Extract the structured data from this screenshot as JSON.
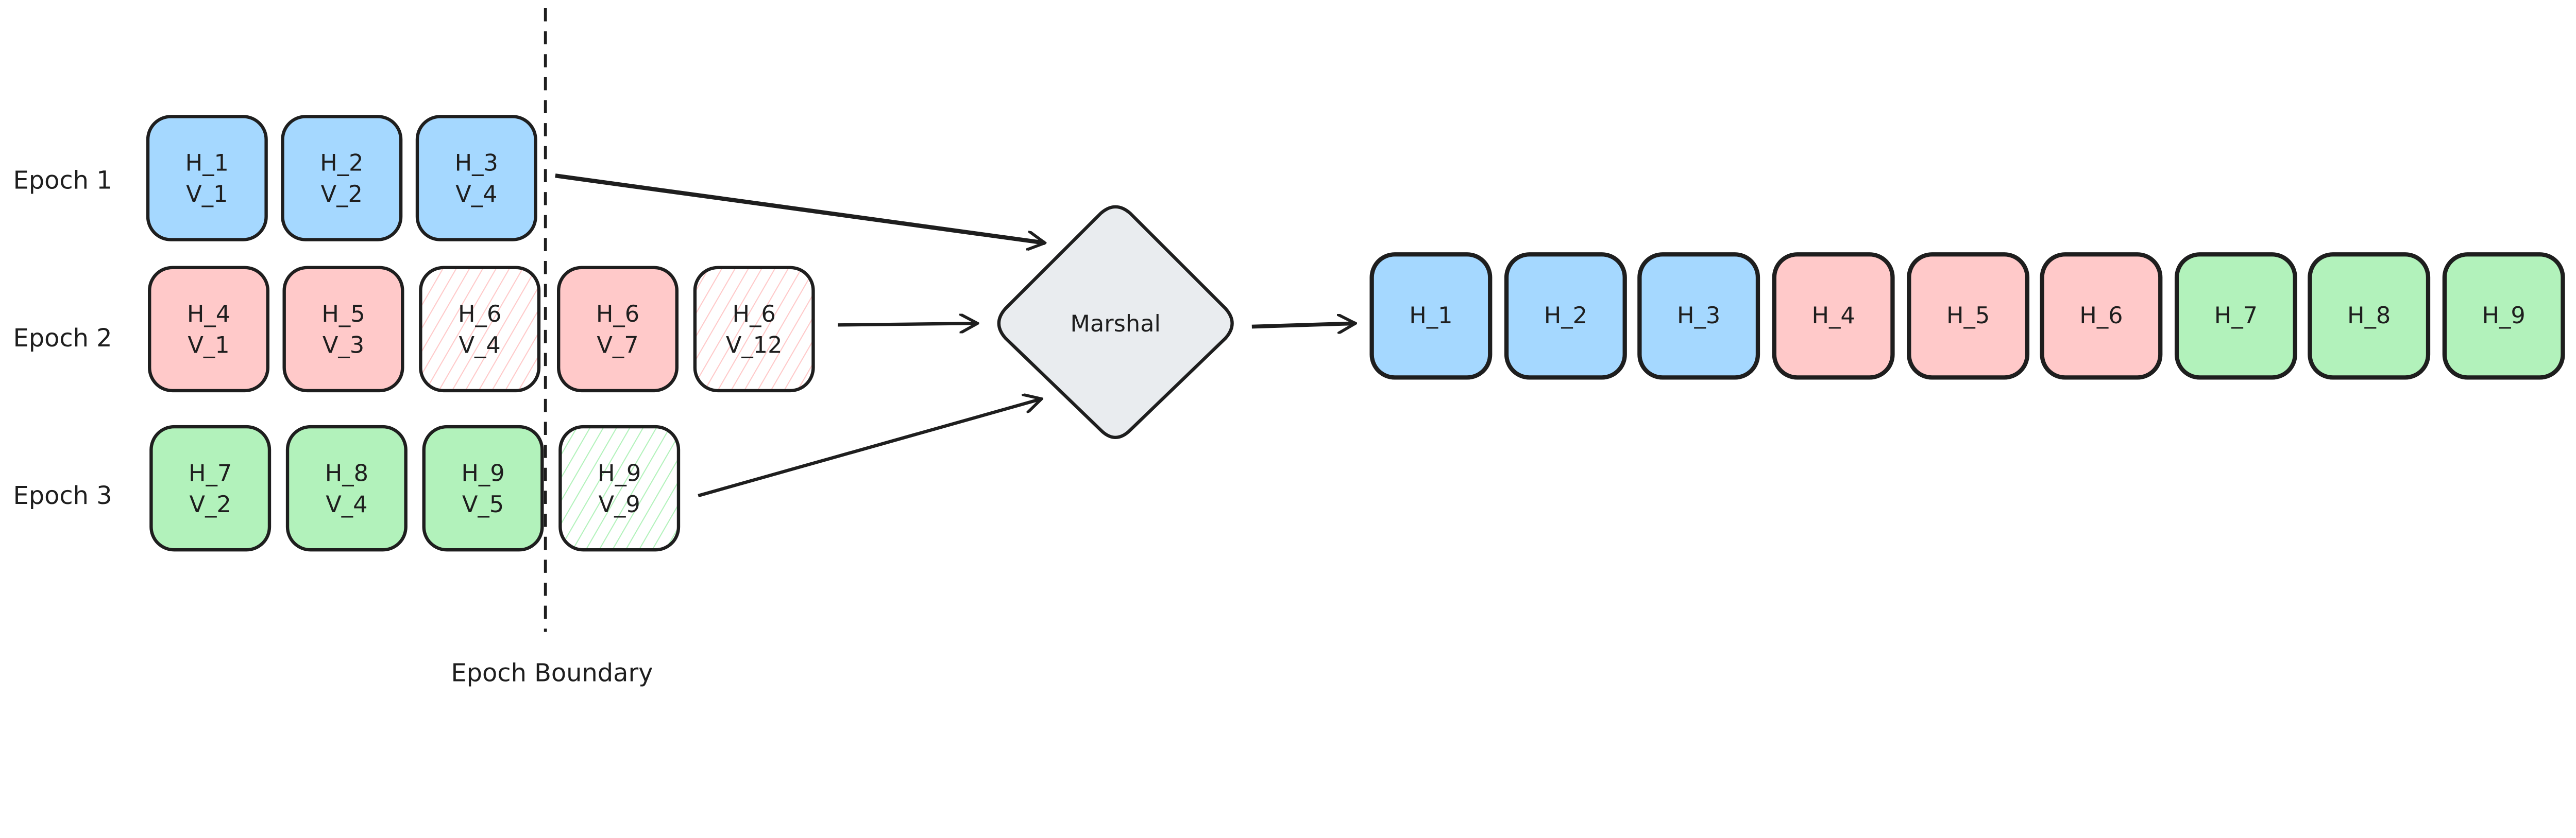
{
  "colors": {
    "stroke": "#1e1e1e",
    "blue": "#a5d8ff",
    "red": "#ffc9c9",
    "green": "#b2f2bb",
    "marshal": "#e9ecef",
    "background": "#ffffff"
  },
  "rows": [
    {
      "label": "Epoch 1",
      "cells": [
        {
          "h": "H_1",
          "v": "V_1",
          "color": "blue",
          "style": "solid"
        },
        {
          "h": "H_2",
          "v": "V_2",
          "color": "blue",
          "style": "solid"
        },
        {
          "h": "H_3",
          "v": "V_4",
          "color": "blue",
          "style": "solid"
        }
      ]
    },
    {
      "label": "Epoch 2",
      "cells": [
        {
          "h": "H_4",
          "v": "V_1",
          "color": "red",
          "style": "solid"
        },
        {
          "h": "H_5",
          "v": "V_3",
          "color": "red",
          "style": "solid"
        },
        {
          "h": "H_6",
          "v": "V_4",
          "color": "red",
          "style": "hatched"
        },
        {
          "h": "H_6",
          "v": "V_7",
          "color": "red",
          "style": "solid"
        },
        {
          "h": "H_6",
          "v": "V_12",
          "color": "red",
          "style": "hatched"
        }
      ]
    },
    {
      "label": "Epoch 3",
      "cells": [
        {
          "h": "H_7",
          "v": "V_2",
          "color": "green",
          "style": "solid"
        },
        {
          "h": "H_8",
          "v": "V_4",
          "color": "green",
          "style": "solid"
        },
        {
          "h": "H_9",
          "v": "V_5",
          "color": "green",
          "style": "solid"
        },
        {
          "h": "H_9",
          "v": "V_9",
          "color": "green",
          "style": "hatched"
        }
      ]
    }
  ],
  "boundary": {
    "label": "Epoch Boundary"
  },
  "marshal": {
    "label": "Marshal"
  },
  "output": [
    {
      "h": "H_1",
      "color": "blue"
    },
    {
      "h": "H_2",
      "color": "blue"
    },
    {
      "h": "H_3",
      "color": "blue"
    },
    {
      "h": "H_4",
      "color": "red"
    },
    {
      "h": "H_5",
      "color": "red"
    },
    {
      "h": "H_6",
      "color": "red"
    },
    {
      "h": "H_7",
      "color": "green"
    },
    {
      "h": "H_8",
      "color": "green"
    },
    {
      "h": "H_9",
      "color": "green"
    }
  ]
}
